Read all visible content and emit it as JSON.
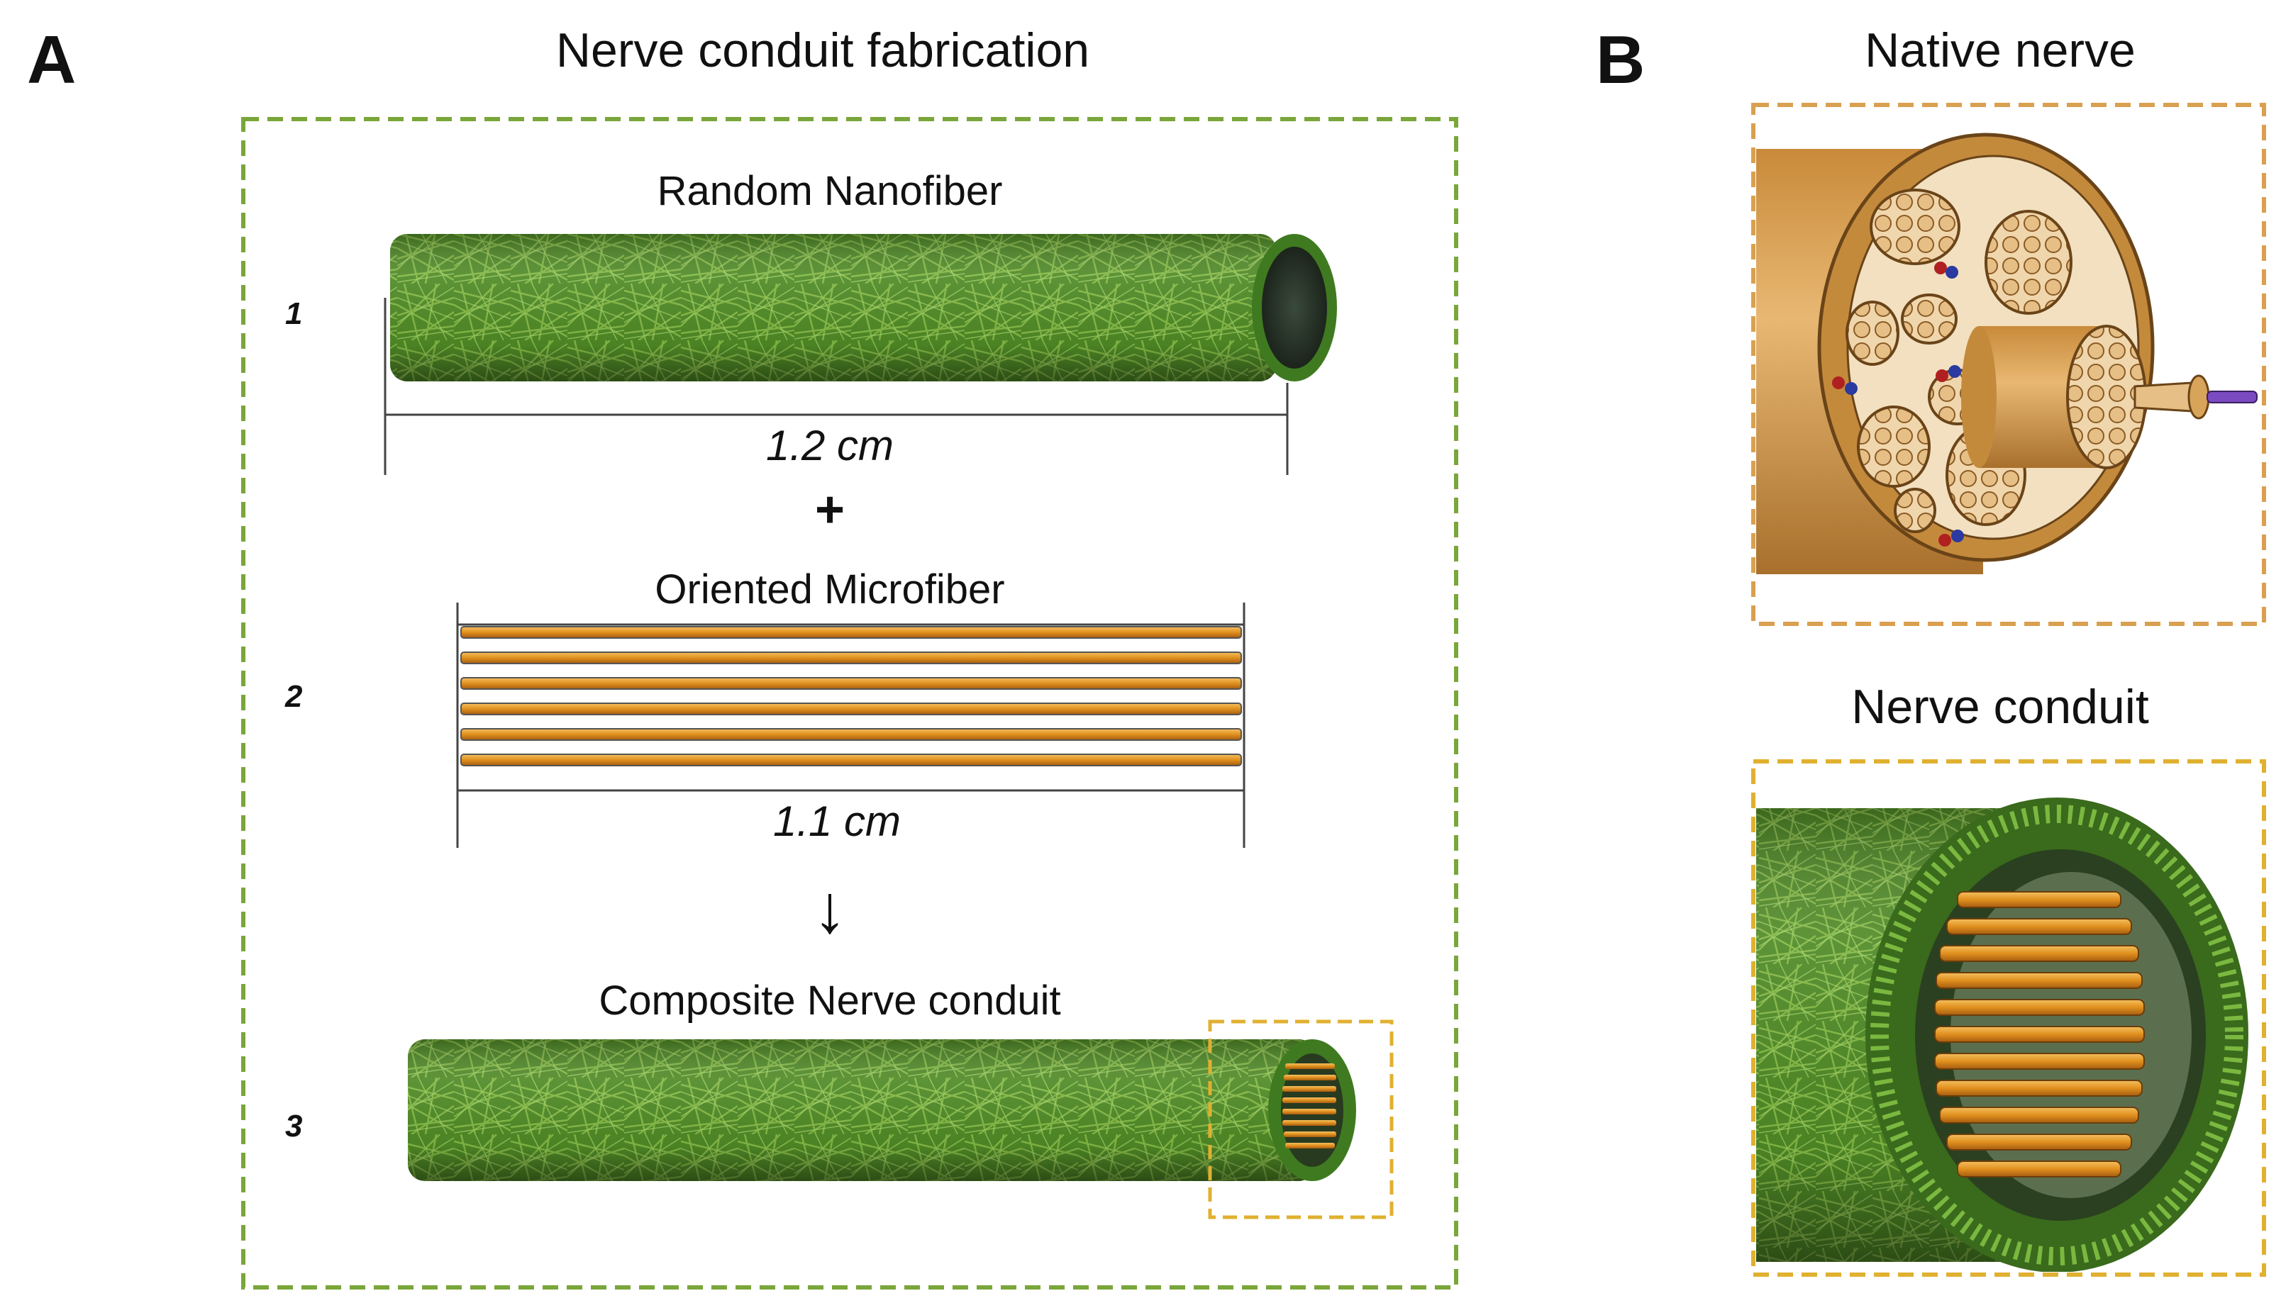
{
  "panel_a": {
    "letter": "A",
    "title": "Nerve conduit fabrication",
    "steps": {
      "one": {
        "number": "1",
        "label": "Random Nanofiber",
        "length": "1.2 cm"
      },
      "two": {
        "number": "2",
        "label": "Oriented Microfiber",
        "length": "1.1 cm"
      },
      "three": {
        "number": "3",
        "label": "Composite Nerve conduit"
      }
    },
    "plus": "+",
    "arrow": "↓"
  },
  "panel_b": {
    "letter": "B",
    "top_title": "Native nerve",
    "bottom_title": "Nerve conduit"
  },
  "colors": {
    "panel_a_border": "#7aa63a",
    "native_border": "#d9a050",
    "conduit_border": "#e0b030",
    "nanofiber_green": "#5e9a2c",
    "microfiber_orange": "#e59a2a",
    "nerve_tan": "#d8a45a"
  }
}
